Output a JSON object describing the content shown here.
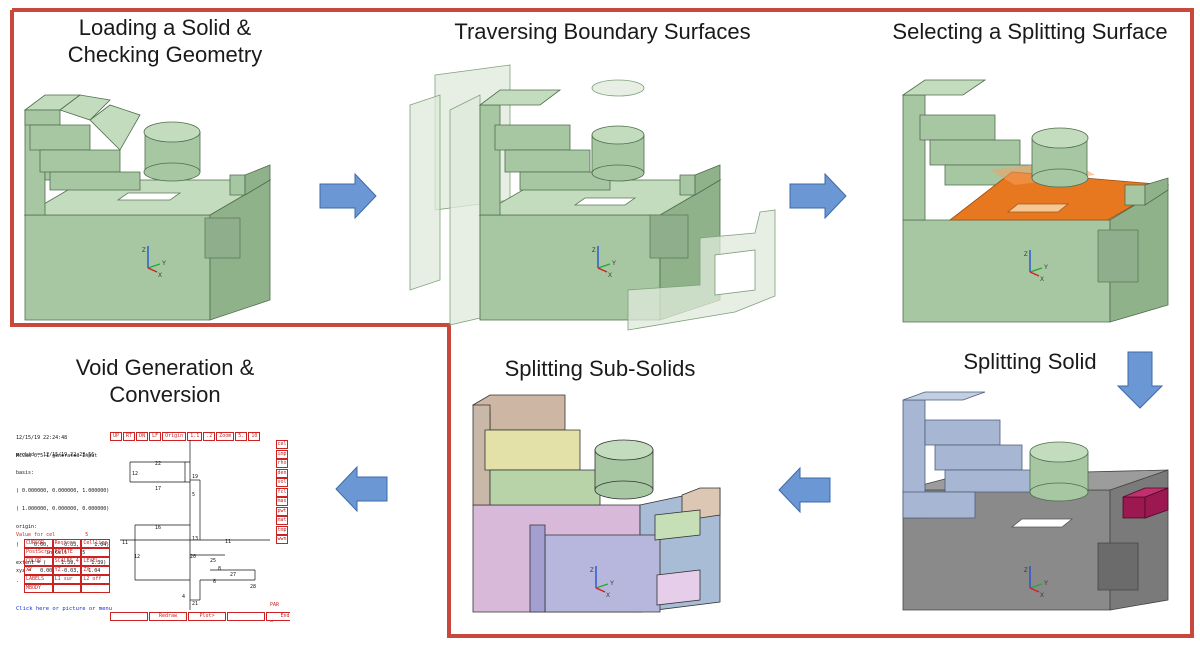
{
  "steps": [
    {
      "title": "Loading a Solid &\nChecking Geometry"
    },
    {
      "title": "Traversing Boundary Surfaces"
    },
    {
      "title": "Selecting a Splitting Surface"
    },
    {
      "title": "Splitting Solid"
    },
    {
      "title": "Splitting Sub-Solids"
    },
    {
      "title": "Void Generation &\nConversion"
    }
  ],
  "axis_labels": {
    "z": "Z",
    "x": "X",
    "y": "Y"
  },
  "colors": {
    "flow_border": "#c8493c",
    "arrow_fill": "#6b97d4",
    "arrow_stroke": "#3d6aa8",
    "solid_front": "#a7c7a3",
    "solid_top": "#c3dcbe",
    "solid_side": "#8fb28b",
    "split_surface": "#e8781f",
    "gray_solid": "#8a8a8a",
    "blue_piece": "#a7b7d3",
    "magenta_piece": "#9b1850"
  },
  "plotter": {
    "header_lines": [
      "12/15/19 22:24:48",
      "McCad 0.5.1 generated Input"
    ],
    "buttons": [
      "UP",
      "RT",
      "DN",
      "LF",
      "Origin",
      "1.1",
      ".2",
      "Zoom",
      "5.",
      "10"
    ],
    "info_lines": [
      "probid = 12/15/19 22:23:56",
      "basis:",
      "( 0.000000, 0.000000, 1.000000)",
      "( 1.000000, 0.000000, 0.000000)",
      "origin:",
      "(     0.00,    -0.03,     1.04)",
      "extent = (     1.39,     1.39)",
      "."
    ],
    "side_buttons": [
      "cel",
      "imp",
      "rho",
      "den",
      "vol",
      "fcl",
      "mas",
      "pwt",
      "mat",
      "tmp",
      "wwn"
    ],
    "cell_labels": [
      "22",
      "12",
      "19",
      "17",
      "16",
      "11",
      "12",
      "13",
      "20",
      "11",
      "25",
      "8",
      "27",
      "6",
      "28",
      "4",
      "21",
      "5"
    ],
    "value_lines": [
      "Value for cel          5",
      "          in Cell     5",
      "xyz =   0.00,  -0.03,   1.04"
    ],
    "menu": [
      [
        "CURSOR",
        "Restore",
        "CellLine"
      ],
      [
        "PostScrp",
        "ROTATE",
        ""
      ],
      [
        "COLOR",
        "SCALES 4",
        "LEVEL"
      ],
      [
        "XY",
        "YZ",
        "ZX"
      ],
      [
        "LABELS",
        "L1 sur",
        "L2 off"
      ],
      [
        "MBODY",
        "",
        ""
      ]
    ],
    "right_small": [
      "PAR",
      "N"
    ],
    "status": "Click here or picture or menu",
    "bottom_buttons": [
      "",
      "Redraw",
      "Plot>",
      "",
      "End"
    ]
  }
}
